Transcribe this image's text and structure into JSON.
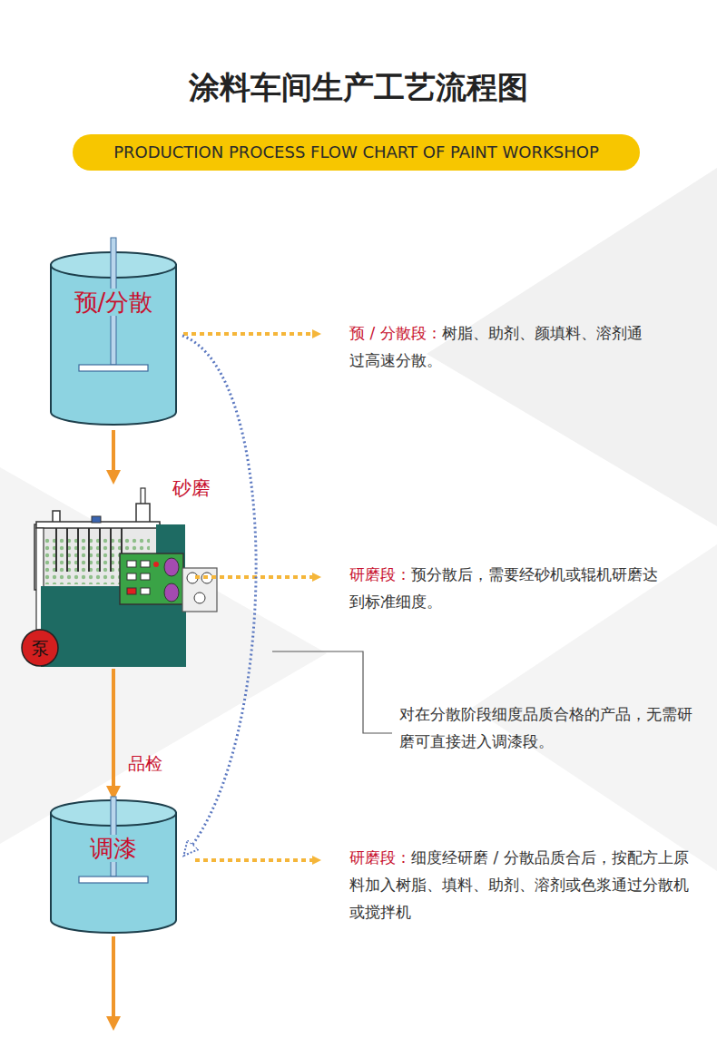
{
  "diagram": {
    "title": "涂料车间生产工艺流程图",
    "nodes": [
      {
        "text": [
          "PRODUCTION PROCESS FLOW CHART OF PAINT WORKSHOP"
        ]
      },
      {
        "text": [
          "预/分散"
        ]
      },
      {
        "text": [
          "砂磨"
        ]
      },
      {
        "text": [
          "泵"
        ],
        "in": 2
      },
      {
        "text": [
          "调漆"
        ]
      }
    ],
    "edges": [
      {
        "from": 1,
        "to": 2,
        "arrow": "to"
      },
      {
        "from": 2,
        "to": 4,
        "label": "品检",
        "arrow": "to"
      },
      {
        "from": 1,
        "to": 4,
        "arrow": "to"
      }
    ],
    "labels": [
      "预 / 分散段：",
      "树脂、助剂、颜填料、溶剂通过高速分散。",
      "研磨段：",
      "预分散后，需要经砂机或辊机研磨达到标准细度。",
      "对在分散阶段细度品质合格的产品，无需研磨可直接进入调漆段。",
      "研磨段：",
      "细度经研磨 / 分散品质合后，按配方上原料加入树脂、填料、助剂、溶剂或色浆通过分散机或搅拌机"
    ]
  }
}
